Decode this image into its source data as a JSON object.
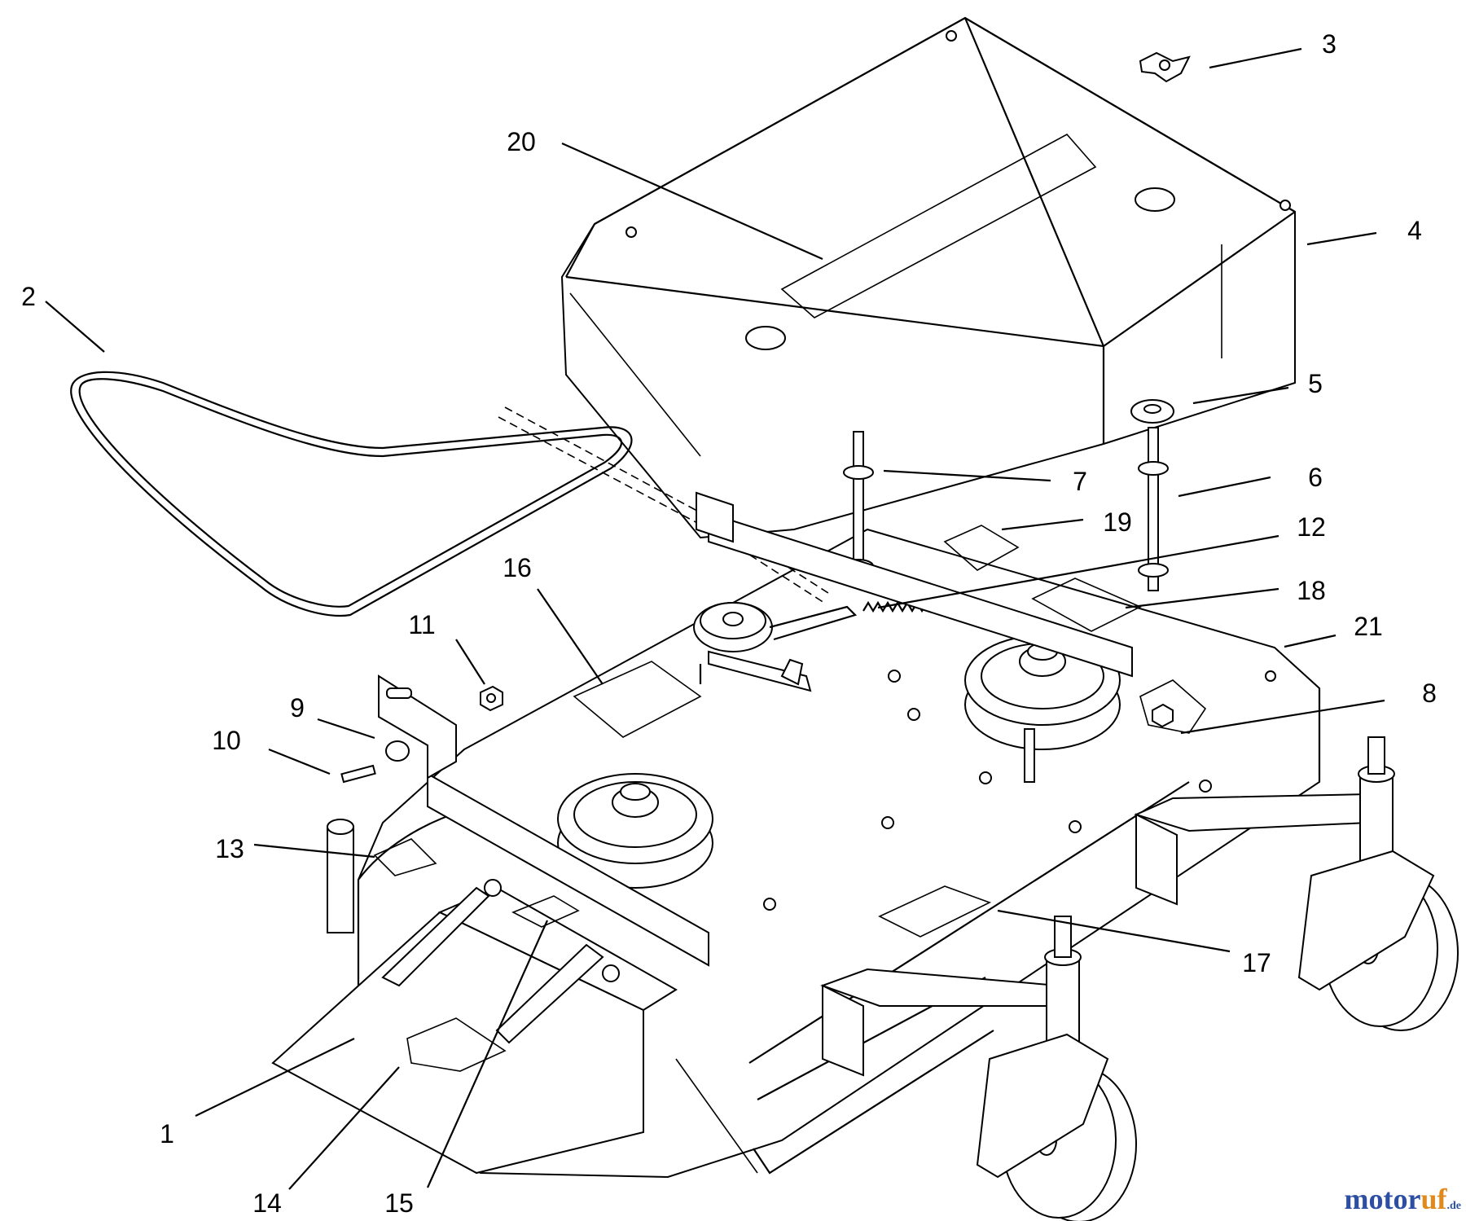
{
  "callouts": [
    "1",
    "2",
    "3",
    "4",
    "5",
    "6",
    "7",
    "8",
    "9",
    "10",
    "11",
    "12",
    "13",
    "14",
    "15",
    "16",
    "17",
    "18",
    "19",
    "20",
    "21"
  ],
  "watermark": {
    "text_main": "motor",
    "text_accent": "uf",
    "text_suffix": ".de"
  }
}
